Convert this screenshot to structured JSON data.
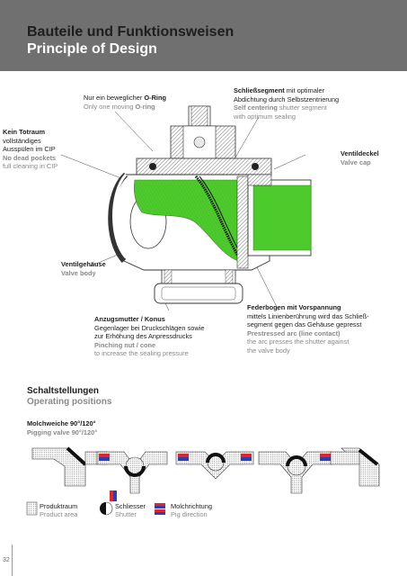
{
  "header": {
    "title_de": "Bauteile und Funktionsweisen",
    "title_en": "Principle of Design"
  },
  "labels": {
    "oring": {
      "line1_plain": "Nur ein beweglicher ",
      "line1_bold": "O-Ring",
      "line2_plain": "Only one moving ",
      "line2_bold": "O-ring"
    },
    "segment": {
      "line1_bold": "Schließsegment",
      "line1_plain": " mit optimaler",
      "line2": "Abdichtung durch Selbstzentrierung",
      "line3_bold": "Self centering",
      "line3_plain": " shutter segment",
      "line4": "with optimum sealing"
    },
    "totraum": {
      "line1": "Kein Totraum",
      "line2": "vollständiges",
      "line3": "Ausspülen im CIP",
      "line4": "No dead pockets",
      "line5": "full cleaning in CIP"
    },
    "deckel": {
      "de": "Ventildeckel",
      "en": "Valve cap"
    },
    "gehaeuse": {
      "de": "Ventilgehäuse",
      "en": "Valve body"
    },
    "mutter": {
      "line1": "Anzugsmutter / Konus",
      "line2": "Gegenlager bei Druckschlägen sowie",
      "line3": "zur Erhöhung des Anpressdrucks",
      "line4": "Pinching nut / cone",
      "line5": "to increase the sealing pressure"
    },
    "feder": {
      "line1": "Federbogen mit Vorspannung",
      "line2": "mittels Linienberührung wird das Schließ-",
      "line3": "segment gegen das Gehäuse gepresst",
      "line4": "Prestressed arc (line contact)",
      "line5": "the arc presses the shutter against",
      "line6": "the valve body"
    }
  },
  "positions": {
    "title_de": "Schaltstellungen",
    "title_en": "Operating positions",
    "sub_de": "Molchweiche 90°/120°",
    "sub_en": "Pigging valve 90°/120°"
  },
  "legend": [
    {
      "de": "Produktraum",
      "en": "Product area"
    },
    {
      "de": "Schliesser",
      "en": "Shutter"
    },
    {
      "de": "Molchrichtung",
      "en": "Pig direction"
    }
  ],
  "page_number": "32",
  "colors": {
    "header_bg": "#707070",
    "shutter_green": "#4ecb2c",
    "pig_red": "#e0262b",
    "pig_blue": "#2a3fb5"
  }
}
